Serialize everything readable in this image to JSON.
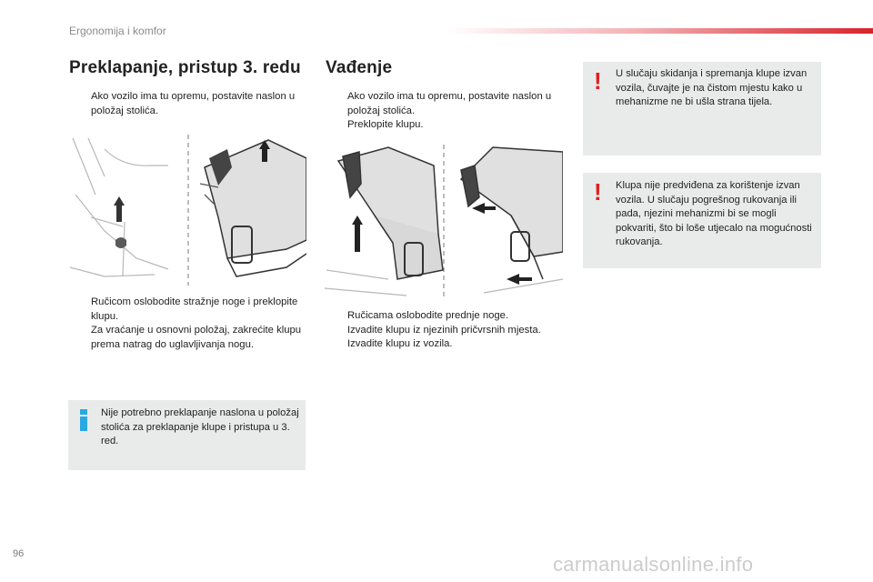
{
  "header": {
    "section_title": "Ergonomija i komfor"
  },
  "left": {
    "heading": "Preklapanje, pristup 3. redu",
    "bullets_top": [
      "Ako vozilo ima tu opremu, postavite naslon u položaj stolića."
    ],
    "bullets_bottom": [
      "Ručicom oslobodite stražnje noge i preklopite klupu.",
      "Za vraćanje u osnovni položaj, zakrećite klupu prema natrag do uglavljivanja nogu."
    ],
    "info_text": "Nije potrebno preklapanje naslona u položaj stolića za preklapanje klupe i pristupa u 3. red."
  },
  "middle": {
    "heading": "Vađenje",
    "bullets_top": [
      "Ako vozilo ima tu opremu, postavite naslon u položaj stolića.",
      "Preklopite klupu."
    ],
    "bullets_bottom": [
      "Ručicama oslobodite prednje noge.",
      "Izvadite klupu iz njezinih pričvrsnih mjesta.",
      "Izvadite klupu iz vozila."
    ]
  },
  "right": {
    "warning_1": "U slučaju skidanja i spremanja klupe izvan vozila, čuvajte je na čistom mjestu kako u mehanizme ne bi ušla strana tijela.",
    "warning_2": "Klupa nije predviđena za korištenje izvan vozila. U slučaju pogrešnog rukovanja ili pada, njezini mehanizmi bi se mogli pokvariti, što bi loše utjecalo na mogućnosti rukovanja."
  },
  "bullet_marker": "",
  "warning_symbol": "!",
  "footer": {
    "page_number": "96",
    "watermark": "carmanualsonline.info"
  },
  "colors": {
    "accent_red": "#d8232a",
    "info_blue": "#29a9e0",
    "box_grey": "#e9ebeb"
  }
}
